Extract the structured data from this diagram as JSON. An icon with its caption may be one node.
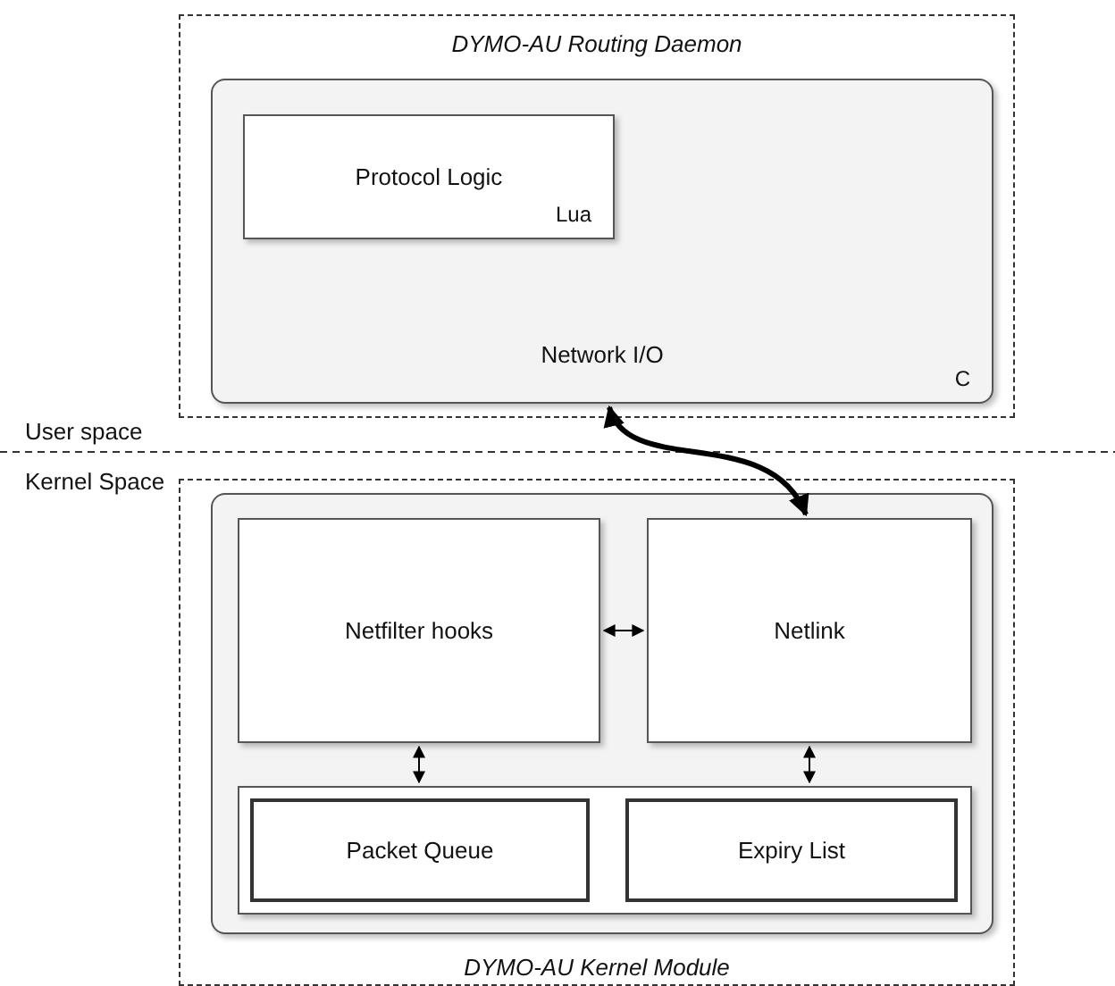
{
  "diagram": {
    "nodes": [
      {
        "text": [
          "DYMO-AU Routing Daemon"
        ]
      },
      {
        "text": [
          "Network I/O",
          "C"
        ],
        "in": 0
      },
      {
        "text": [
          "Protocol Logic",
          "Lua"
        ],
        "in": 1
      },
      {
        "text": [
          "DYMO-AU Kernel Module"
        ]
      },
      {
        "text": [],
        "shape": "box",
        "in": 3
      },
      {
        "text": [
          "Netfilter hooks"
        ],
        "in": 4
      },
      {
        "text": [
          "Netlink"
        ],
        "in": 4
      },
      {
        "text": [],
        "shape": "box",
        "in": 4
      },
      {
        "text": [
          "Packet Queue"
        ],
        "in": 7
      },
      {
        "text": [
          "Expiry List"
        ],
        "in": 7
      }
    ],
    "edges": [
      {
        "from": 1,
        "to": 6,
        "arrow": "both",
        "style": "thick"
      },
      {
        "from": 5,
        "to": 6,
        "arrow": "both"
      },
      {
        "from": 5,
        "to": 7,
        "arrow": "both"
      },
      {
        "from": 6,
        "to": 7,
        "arrow": "both"
      }
    ],
    "labels": [
      "User space",
      "Kernel Space"
    ]
  }
}
